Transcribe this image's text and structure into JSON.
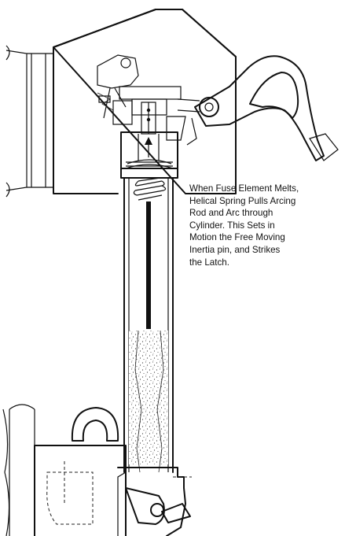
{
  "caption": {
    "lines": [
      "When Fuse Element Melts,",
      "Helical Spring Pulls Arcing",
      "Rod and Arc through",
      "Cylinder.  This Sets in",
      "Motion the Free Moving",
      "Inertia pin, and Strikes",
      "the Latch."
    ]
  }
}
